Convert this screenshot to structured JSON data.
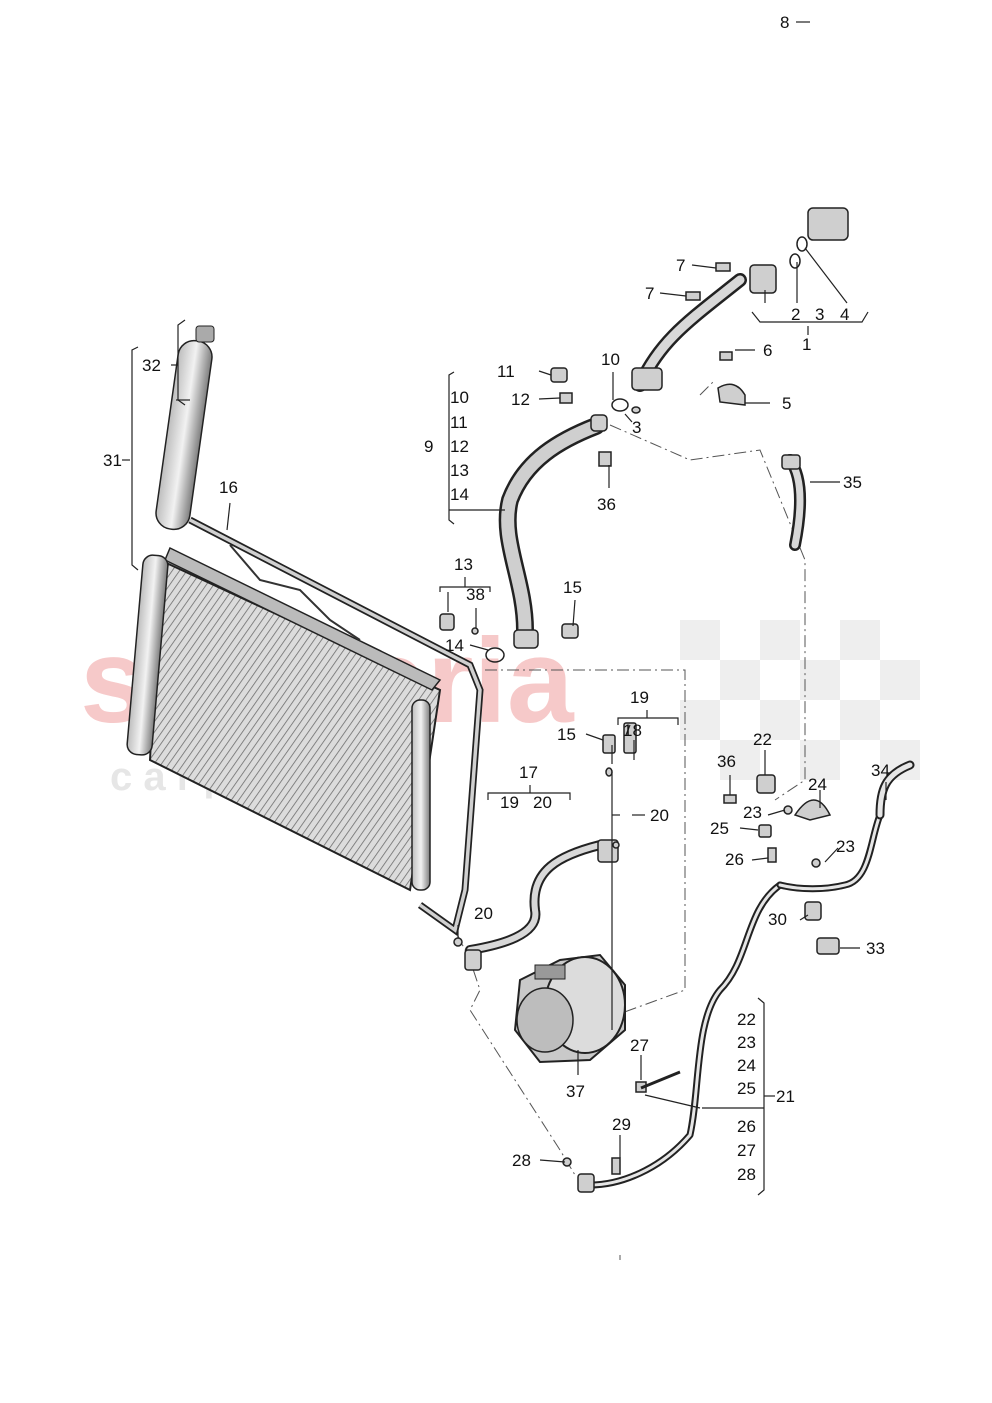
{
  "watermark": {
    "brand": "scuderia",
    "sub": "c a r   p a r t s",
    "color": "#f4b8b8"
  },
  "diagram": {
    "labels": [
      "1",
      "2",
      "3",
      "4",
      "5",
      "6",
      "7",
      "7",
      "8",
      "3",
      "10",
      "11",
      "12",
      "9",
      "10",
      "11",
      "12",
      "13",
      "14",
      "35",
      "36",
      "31",
      "32",
      "16",
      "13",
      "38",
      "15",
      "14",
      "19",
      "15",
      "18",
      "17",
      "19",
      "20",
      "20",
      "22",
      "36",
      "24",
      "23",
      "25",
      "23",
      "34",
      "26",
      "30",
      "33",
      "20",
      "22",
      "23",
      "24",
      "25",
      "21",
      "26",
      "27",
      "28",
      "27",
      "29",
      "28",
      "37"
    ]
  }
}
